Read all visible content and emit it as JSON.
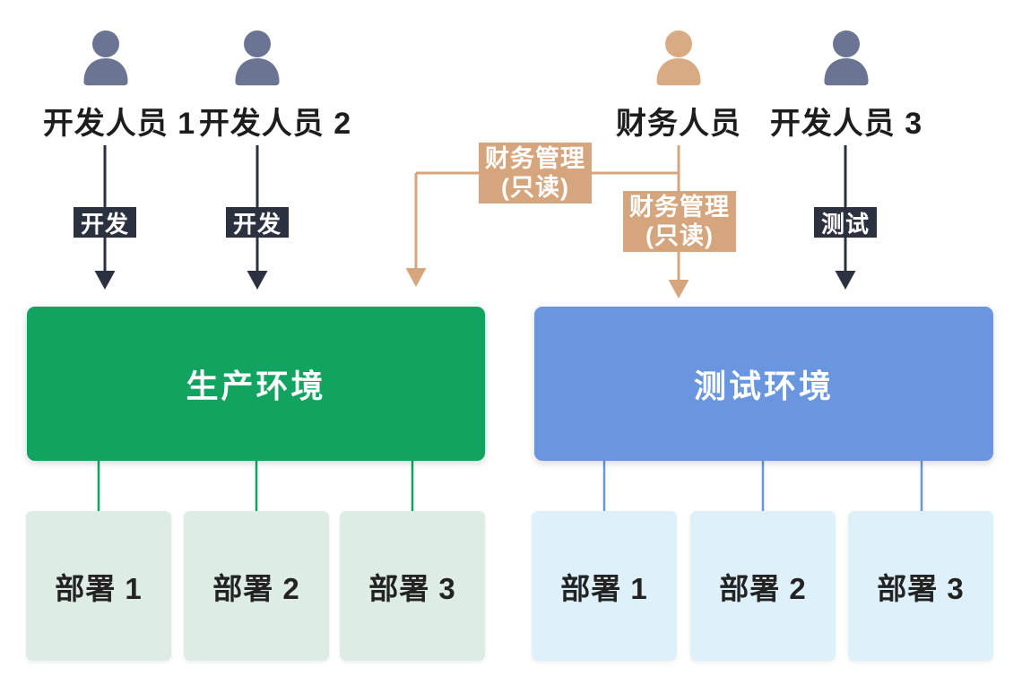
{
  "colors": {
    "dev_icon": "#6b7493",
    "finance_icon": "#d9ab84",
    "dark": "#2b313e",
    "tan": "#d5a67e",
    "production": "#11a35f",
    "test": "#6a96e0",
    "production_light": "#ddece4",
    "test_light": "#def0fa",
    "text_dark": "#1d1d1d"
  },
  "icons": {
    "actor": "person-icon"
  },
  "actors": [
    {
      "name": "开发人员 1",
      "type": "developer"
    },
    {
      "name": "开发人员 2",
      "type": "developer"
    },
    {
      "name": "财务人员",
      "type": "finance"
    },
    {
      "name": "开发人员 3",
      "type": "developer"
    }
  ],
  "action_labels": {
    "dev1": "开发",
    "dev2": "开发",
    "test": "测试",
    "finance_to_production": {
      "line1": "财务管理",
      "line2": "(只读)"
    },
    "finance_to_test": {
      "line1": "财务管理",
      "line2": "(只读)"
    }
  },
  "environments": [
    {
      "title": "生产环境",
      "deployments": [
        "部署 1",
        "部署 2",
        "部署 3"
      ]
    },
    {
      "title": "测试环境",
      "deployments": [
        "部署 1",
        "部署 2",
        "部署 3"
      ]
    }
  ]
}
